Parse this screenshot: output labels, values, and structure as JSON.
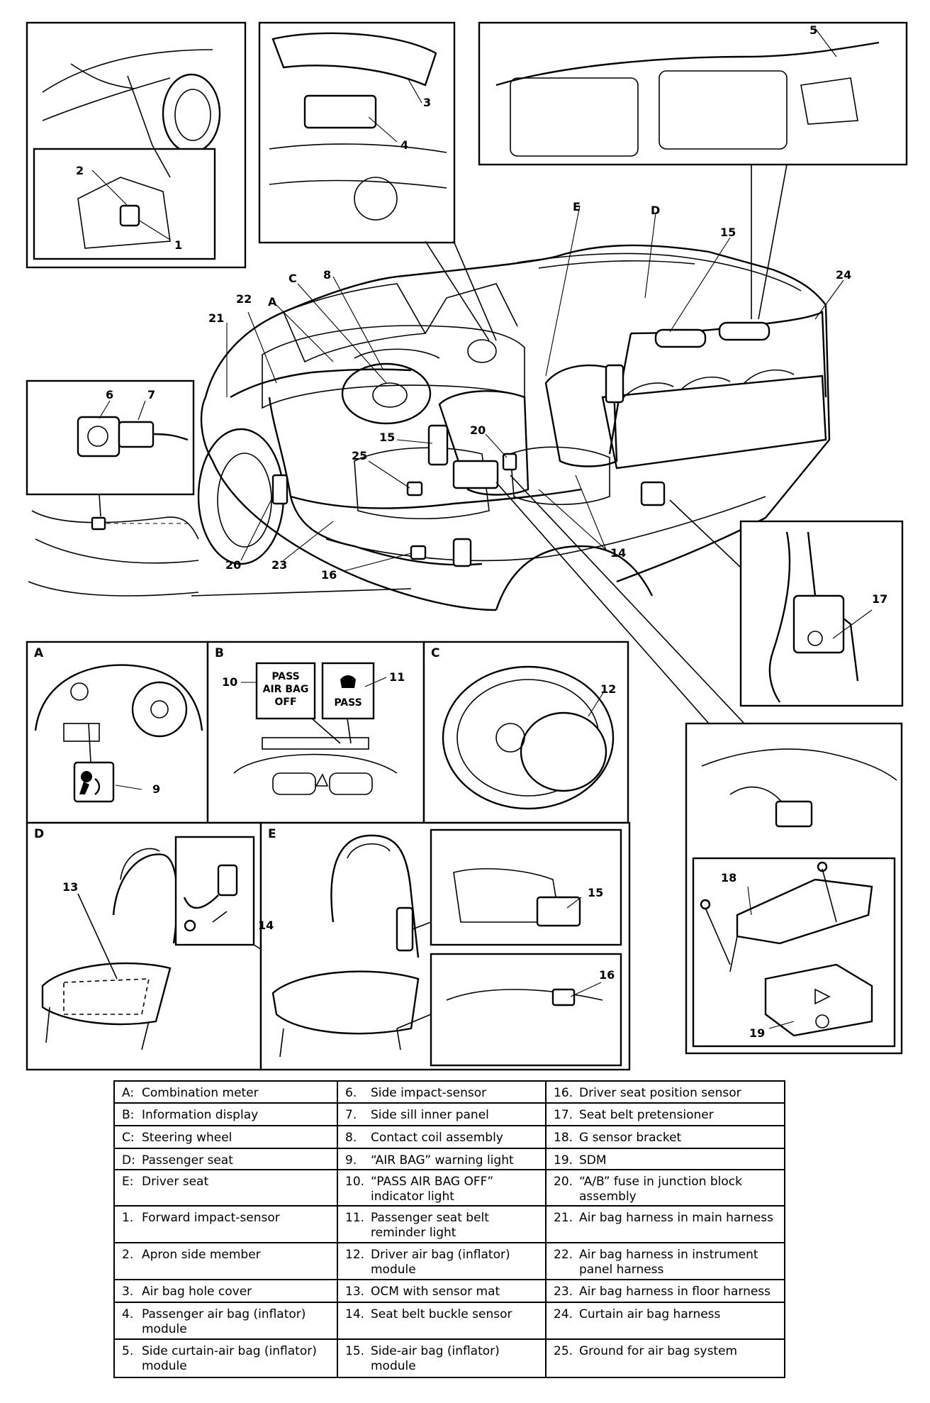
{
  "callouts": {
    "n1": "1",
    "n2": "2",
    "n3": "3",
    "n4": "4",
    "n5": "5",
    "n6": "6",
    "n7": "7",
    "n8": "8",
    "n9": "9",
    "n10": "10",
    "n11": "11",
    "n12": "12",
    "n13": "13",
    "n14a": "14",
    "n14b": "14",
    "n15a": "15",
    "n15b": "15",
    "n15c": "15",
    "n16a": "16",
    "n16b": "16",
    "n17": "17",
    "n18": "18",
    "n19": "19",
    "n20a": "20",
    "n20b": "20",
    "n21": "21",
    "n22": "22",
    "n23": "23",
    "n24": "24",
    "n25": "25",
    "lA1": "A",
    "lC1": "C",
    "lD1": "D",
    "lE1": "E"
  },
  "panels": {
    "A": "A",
    "B": "B",
    "C": "C",
    "D": "D",
    "E": "E"
  },
  "indicators": {
    "pass_off_1": "PASS",
    "pass_off_2": "AIR BAG",
    "pass_off_3": "OFF",
    "pass_reminder": "PASS"
  },
  "legend": {
    "col1": [
      {
        "num": "A:",
        "text": "Combination meter"
      },
      {
        "num": "B:",
        "text": "Information display"
      },
      {
        "num": "C:",
        "text": "Steering wheel"
      },
      {
        "num": "D:",
        "text": "Passenger seat"
      },
      {
        "num": "E:",
        "text": "Driver seat"
      },
      {
        "num": "1.",
        "text": "Forward impact-sensor"
      },
      {
        "num": "2.",
        "text": "Apron side member"
      },
      {
        "num": "3.",
        "text": "Air bag hole cover"
      },
      {
        "num": "4.",
        "text": "Passenger air bag (inflator) module"
      },
      {
        "num": "5.",
        "text": "Side curtain-air bag (inflator) module"
      }
    ],
    "col2": [
      {
        "num": "6.",
        "text": "Side impact-sensor"
      },
      {
        "num": "7.",
        "text": "Side sill inner panel"
      },
      {
        "num": "8.",
        "text": "Contact coil assembly"
      },
      {
        "num": "9.",
        "text": "“AIR BAG” warning light"
      },
      {
        "num": "10.",
        "text": "“PASS AIR BAG OFF” indicator light"
      },
      {
        "num": "11.",
        "text": "Passenger seat belt reminder light"
      },
      {
        "num": "12.",
        "text": "Driver air bag (inflator) module"
      },
      {
        "num": "13.",
        "text": "OCM with sensor mat"
      },
      {
        "num": "14.",
        "text": "Seat belt buckle sensor"
      },
      {
        "num": "15.",
        "text": "Side-air bag (inflator) module"
      }
    ],
    "col3": [
      {
        "num": "16.",
        "text": "Driver seat position sensor"
      },
      {
        "num": "17.",
        "text": "Seat belt pretensioner"
      },
      {
        "num": "18.",
        "text": "G sensor bracket"
      },
      {
        "num": "19.",
        "text": "SDM"
      },
      {
        "num": "20.",
        "text": "“A/B” fuse in junction block assembly"
      },
      {
        "num": "21.",
        "text": "Air bag harness in main harness"
      },
      {
        "num": "22.",
        "text": "Air bag harness in instrument panel harness"
      },
      {
        "num": "23.",
        "text": "Air bag harness in floor harness"
      },
      {
        "num": "24.",
        "text": "Curtain air bag harness"
      },
      {
        "num": "25.",
        "text": "Ground for air bag system"
      }
    ]
  }
}
